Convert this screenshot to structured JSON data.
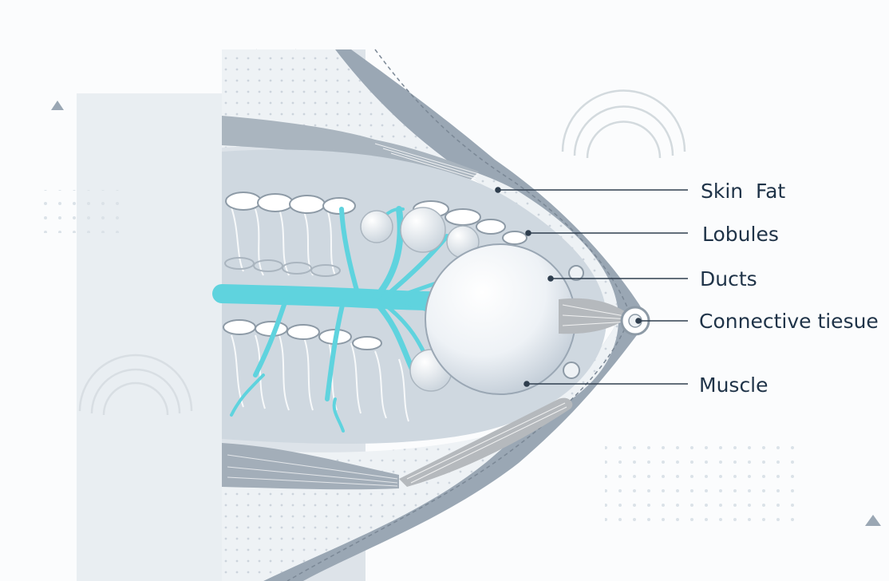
{
  "diagram": {
    "labels": [
      {
        "id": "skin-fat",
        "text": "Skin  Fat"
      },
      {
        "id": "lobules",
        "text": "Lobules"
      },
      {
        "id": "ducts",
        "text": "Ducts"
      },
      {
        "id": "connective-tissue",
        "text": "Connective tiesue"
      },
      {
        "id": "muscle",
        "text": "Muscle"
      }
    ]
  },
  "colors": {
    "background": "#fbfcfd",
    "panel": "#e8edf1",
    "skin": "#9aa7b4",
    "fat_band": "#eef2f5",
    "ducts": "#5fd3de",
    "muscle": "#b5b9bd",
    "label_text": "#1f3348",
    "leader_line": "#2f3e4e"
  }
}
